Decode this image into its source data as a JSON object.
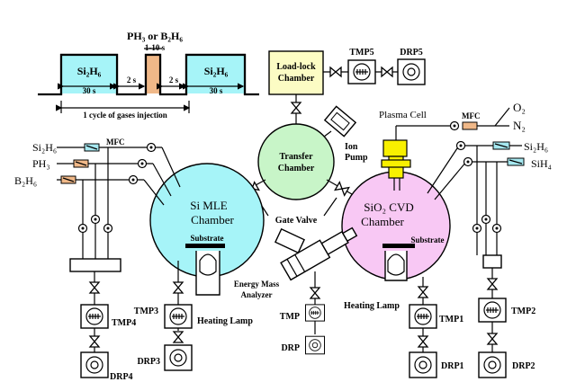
{
  "colors": {
    "si_chamber": "#a6f4f8",
    "sio2_chamber": "#f8c8f4",
    "transfer_chamber": "#c8f5c8",
    "load_lock": "#fcfcc4",
    "plasma_cell": "#f8f000",
    "pulse_fill": "#a6f4f8",
    "ph3_pulse_fill": "#f0b888",
    "mfc_blue": "#a6e8f0",
    "mfc_orange": "#f0b888"
  },
  "timing": {
    "pulse1": "Si₂H₆",
    "pulse2": "Si₂H₆",
    "dopant": "PH₃ or B₂H₆",
    "d1": "30 s",
    "d2": "2 s",
    "d3": "1-10 s",
    "d4": "2 s",
    "d5": "30 s",
    "cycle": "1 cycle of gases injection"
  },
  "labels": {
    "load_lock": [
      "Load-lock",
      "Chamber"
    ],
    "tmp5": "TMP5",
    "drp5": "DRP5",
    "transfer": [
      "Transfer",
      "Chamber"
    ],
    "ion_pump": [
      "Ion",
      "Pump"
    ],
    "plasma_cell": "Plasma Cell",
    "o2": "O₂",
    "n2": "N₂",
    "mfc_right": "MFC",
    "si2h6_right": "Si₂H₆",
    "sih4": "SiH₄",
    "si2h6_left": "Si₂H₆",
    "ph3": "PH₃",
    "b2h6": "B₂H₆",
    "mfc_left": "MFC",
    "si_chamber": [
      "Si MLE",
      "Chamber"
    ],
    "sio2_chamber": [
      "SiO₂ CVD",
      "Chamber"
    ],
    "gate_valve": "Gate Valve",
    "substrate_left": "Substrate",
    "substrate_right": "Substrate",
    "energy_mass": [
      "Energy Mass",
      "Analyzer"
    ],
    "tmp4": "TMP4",
    "tmp3": "TMP3",
    "heating_lamp_left": "Heating Lamp",
    "heating_lamp_right": "Heating Lamp",
    "tmp": "TMP",
    "drp": "DRP",
    "tmp1": "TMP1",
    "tmp2": "TMP2",
    "drp3": "DRP3",
    "drp4": "DRP4",
    "drp1": "DRP1",
    "drp2": "DRP2"
  }
}
